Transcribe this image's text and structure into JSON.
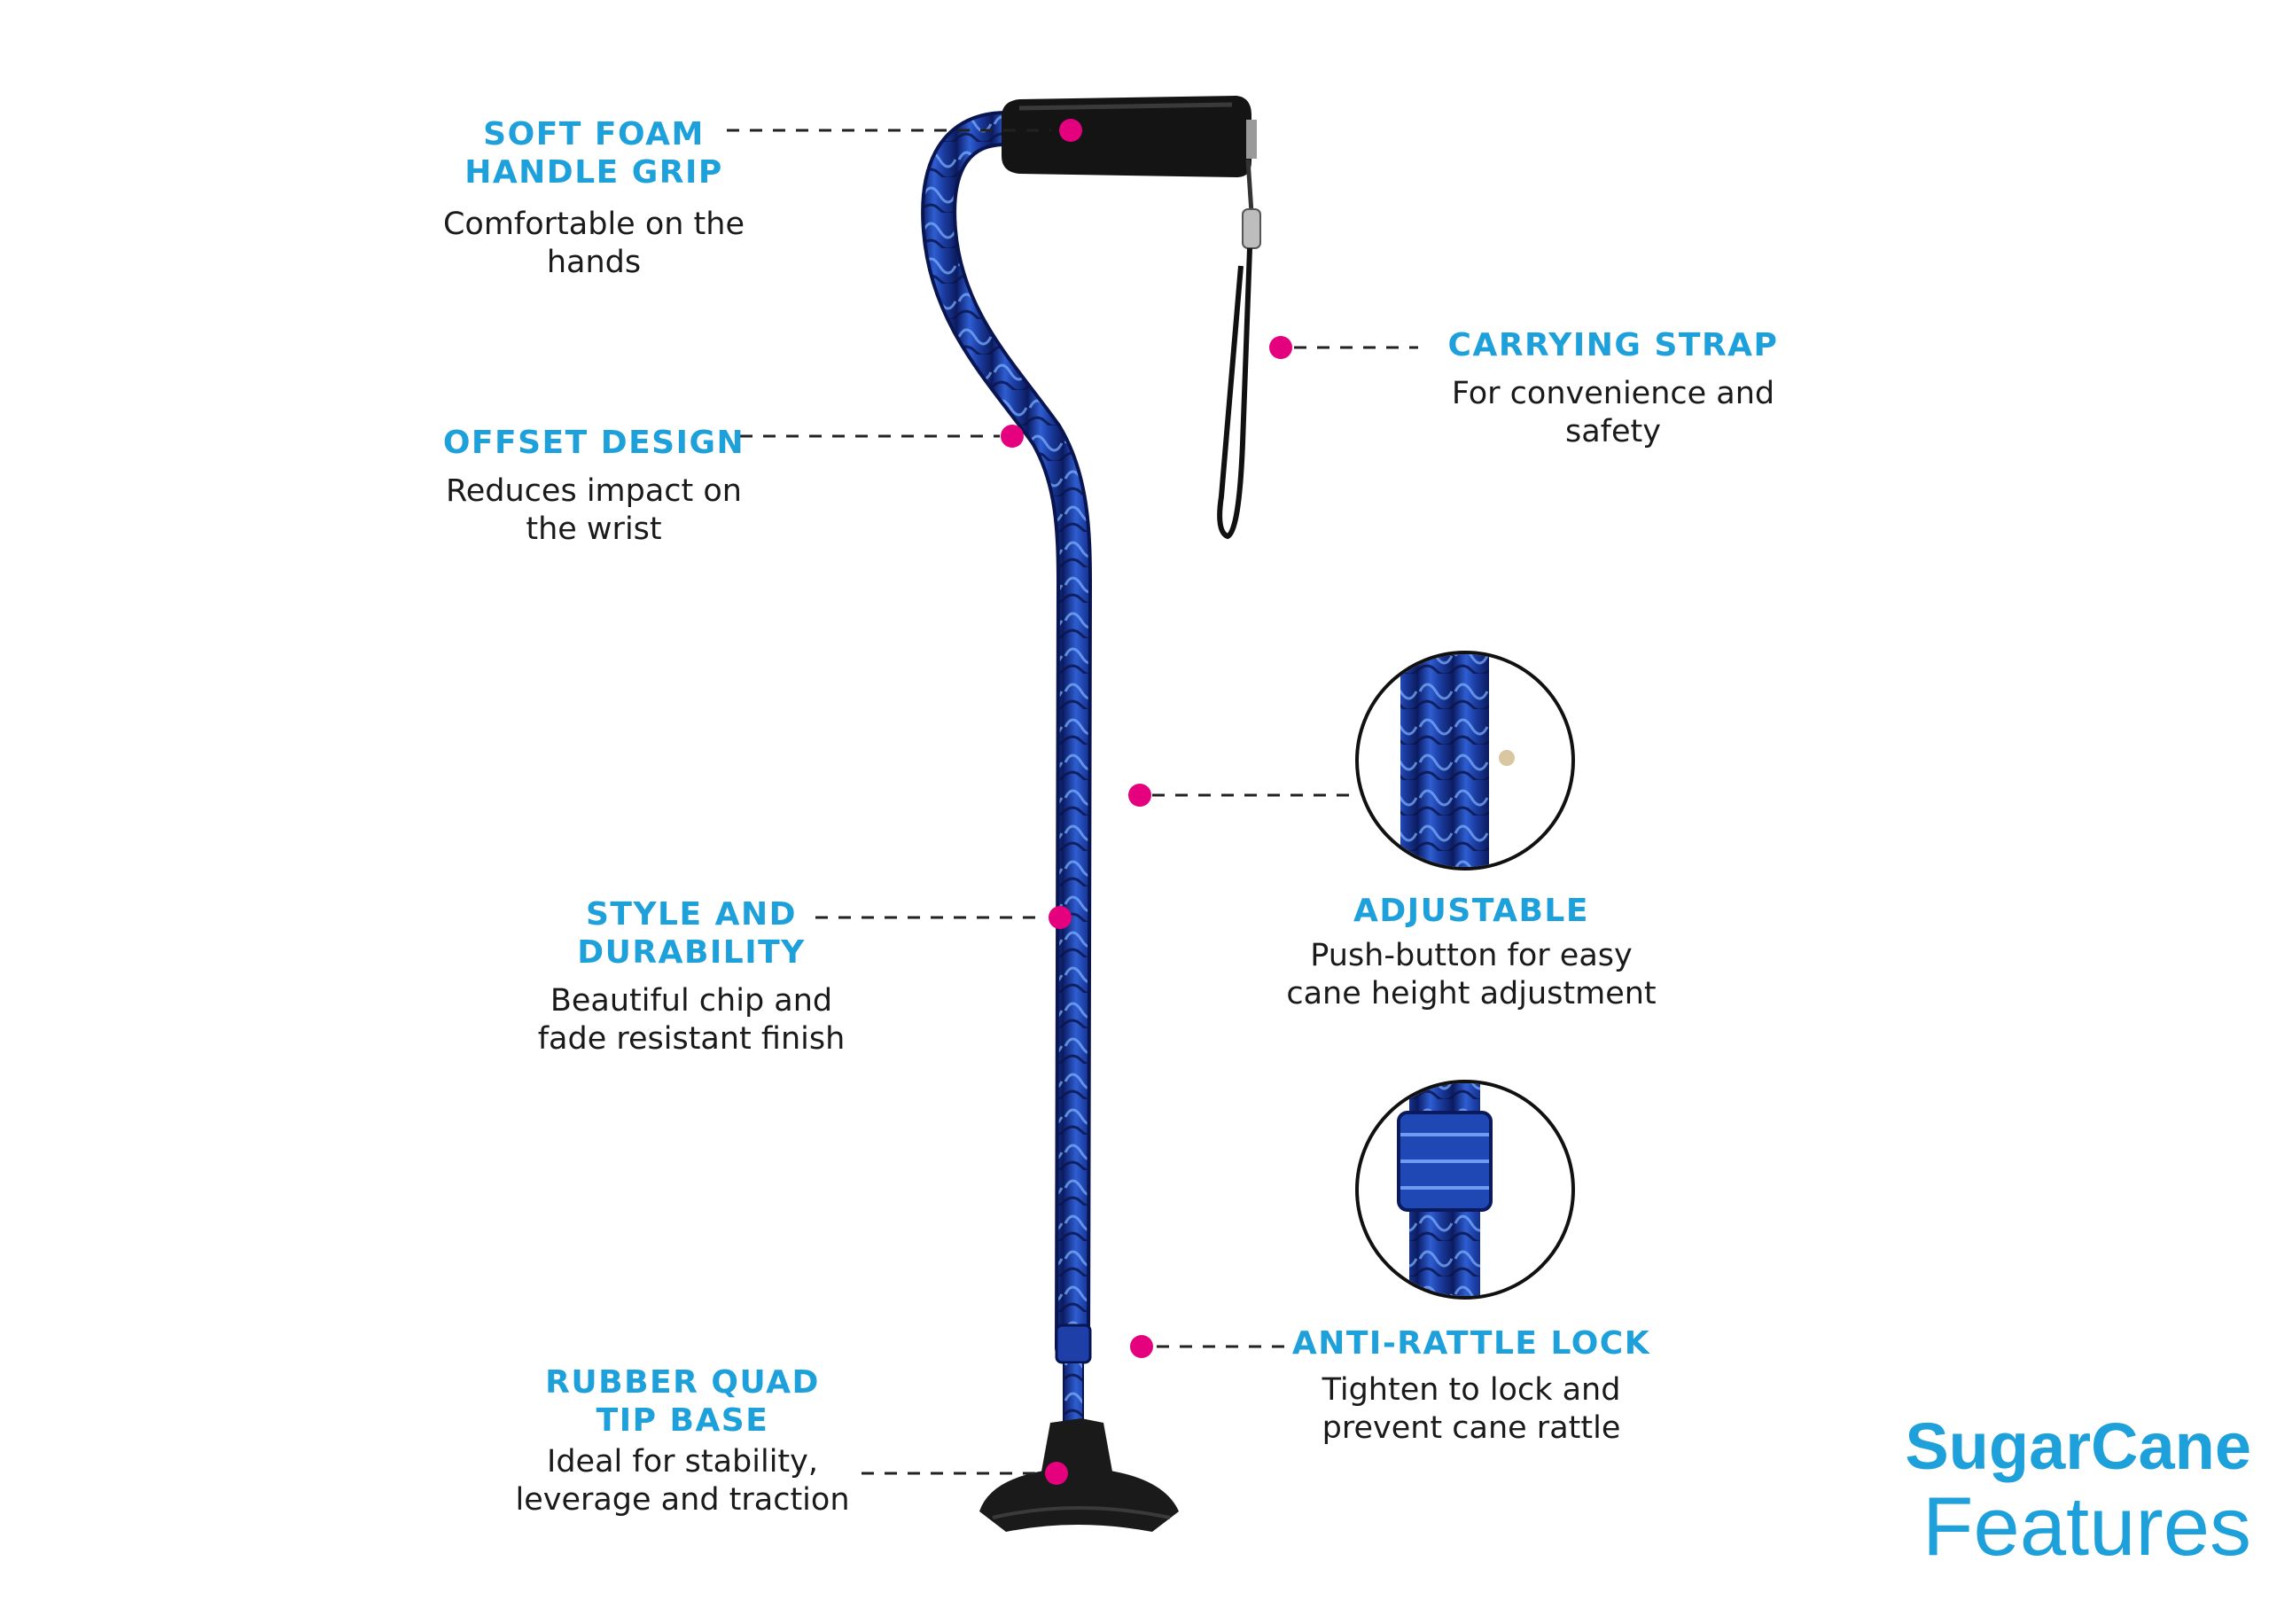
{
  "features": [
    {
      "id": "grip",
      "title": "SOFT FOAM\nHANDLE GRIP",
      "desc": "Comfortable on the\nhands"
    },
    {
      "id": "strap",
      "title": "CARRYING STRAP",
      "desc": "For convenience and\nsafety"
    },
    {
      "id": "offset",
      "title": "OFFSET DESIGN",
      "desc": "Reduces impact on\nthe wrist"
    },
    {
      "id": "adjust",
      "title": "ADJUSTABLE",
      "desc": "Push-button for easy\ncane height adjustment"
    },
    {
      "id": "style",
      "title": "STYLE AND\nDURABILITY",
      "desc": "Beautiful chip and\nfade resistant finish"
    },
    {
      "id": "lock",
      "title": "ANTI-RATTLE LOCK",
      "desc": "Tighten to lock and\nprevent cane rattle"
    },
    {
      "id": "base",
      "title": "RUBBER QUAD\nTIP BASE",
      "desc": "Ideal for stability,\nleverage and traction"
    }
  ],
  "brand": {
    "line1": "SugarCane",
    "line2": "Features"
  },
  "colors": {
    "accent": "#1ea0db",
    "marker": "#e5007e",
    "cane_blue": "#1f3fa8",
    "grip": "#111111"
  }
}
